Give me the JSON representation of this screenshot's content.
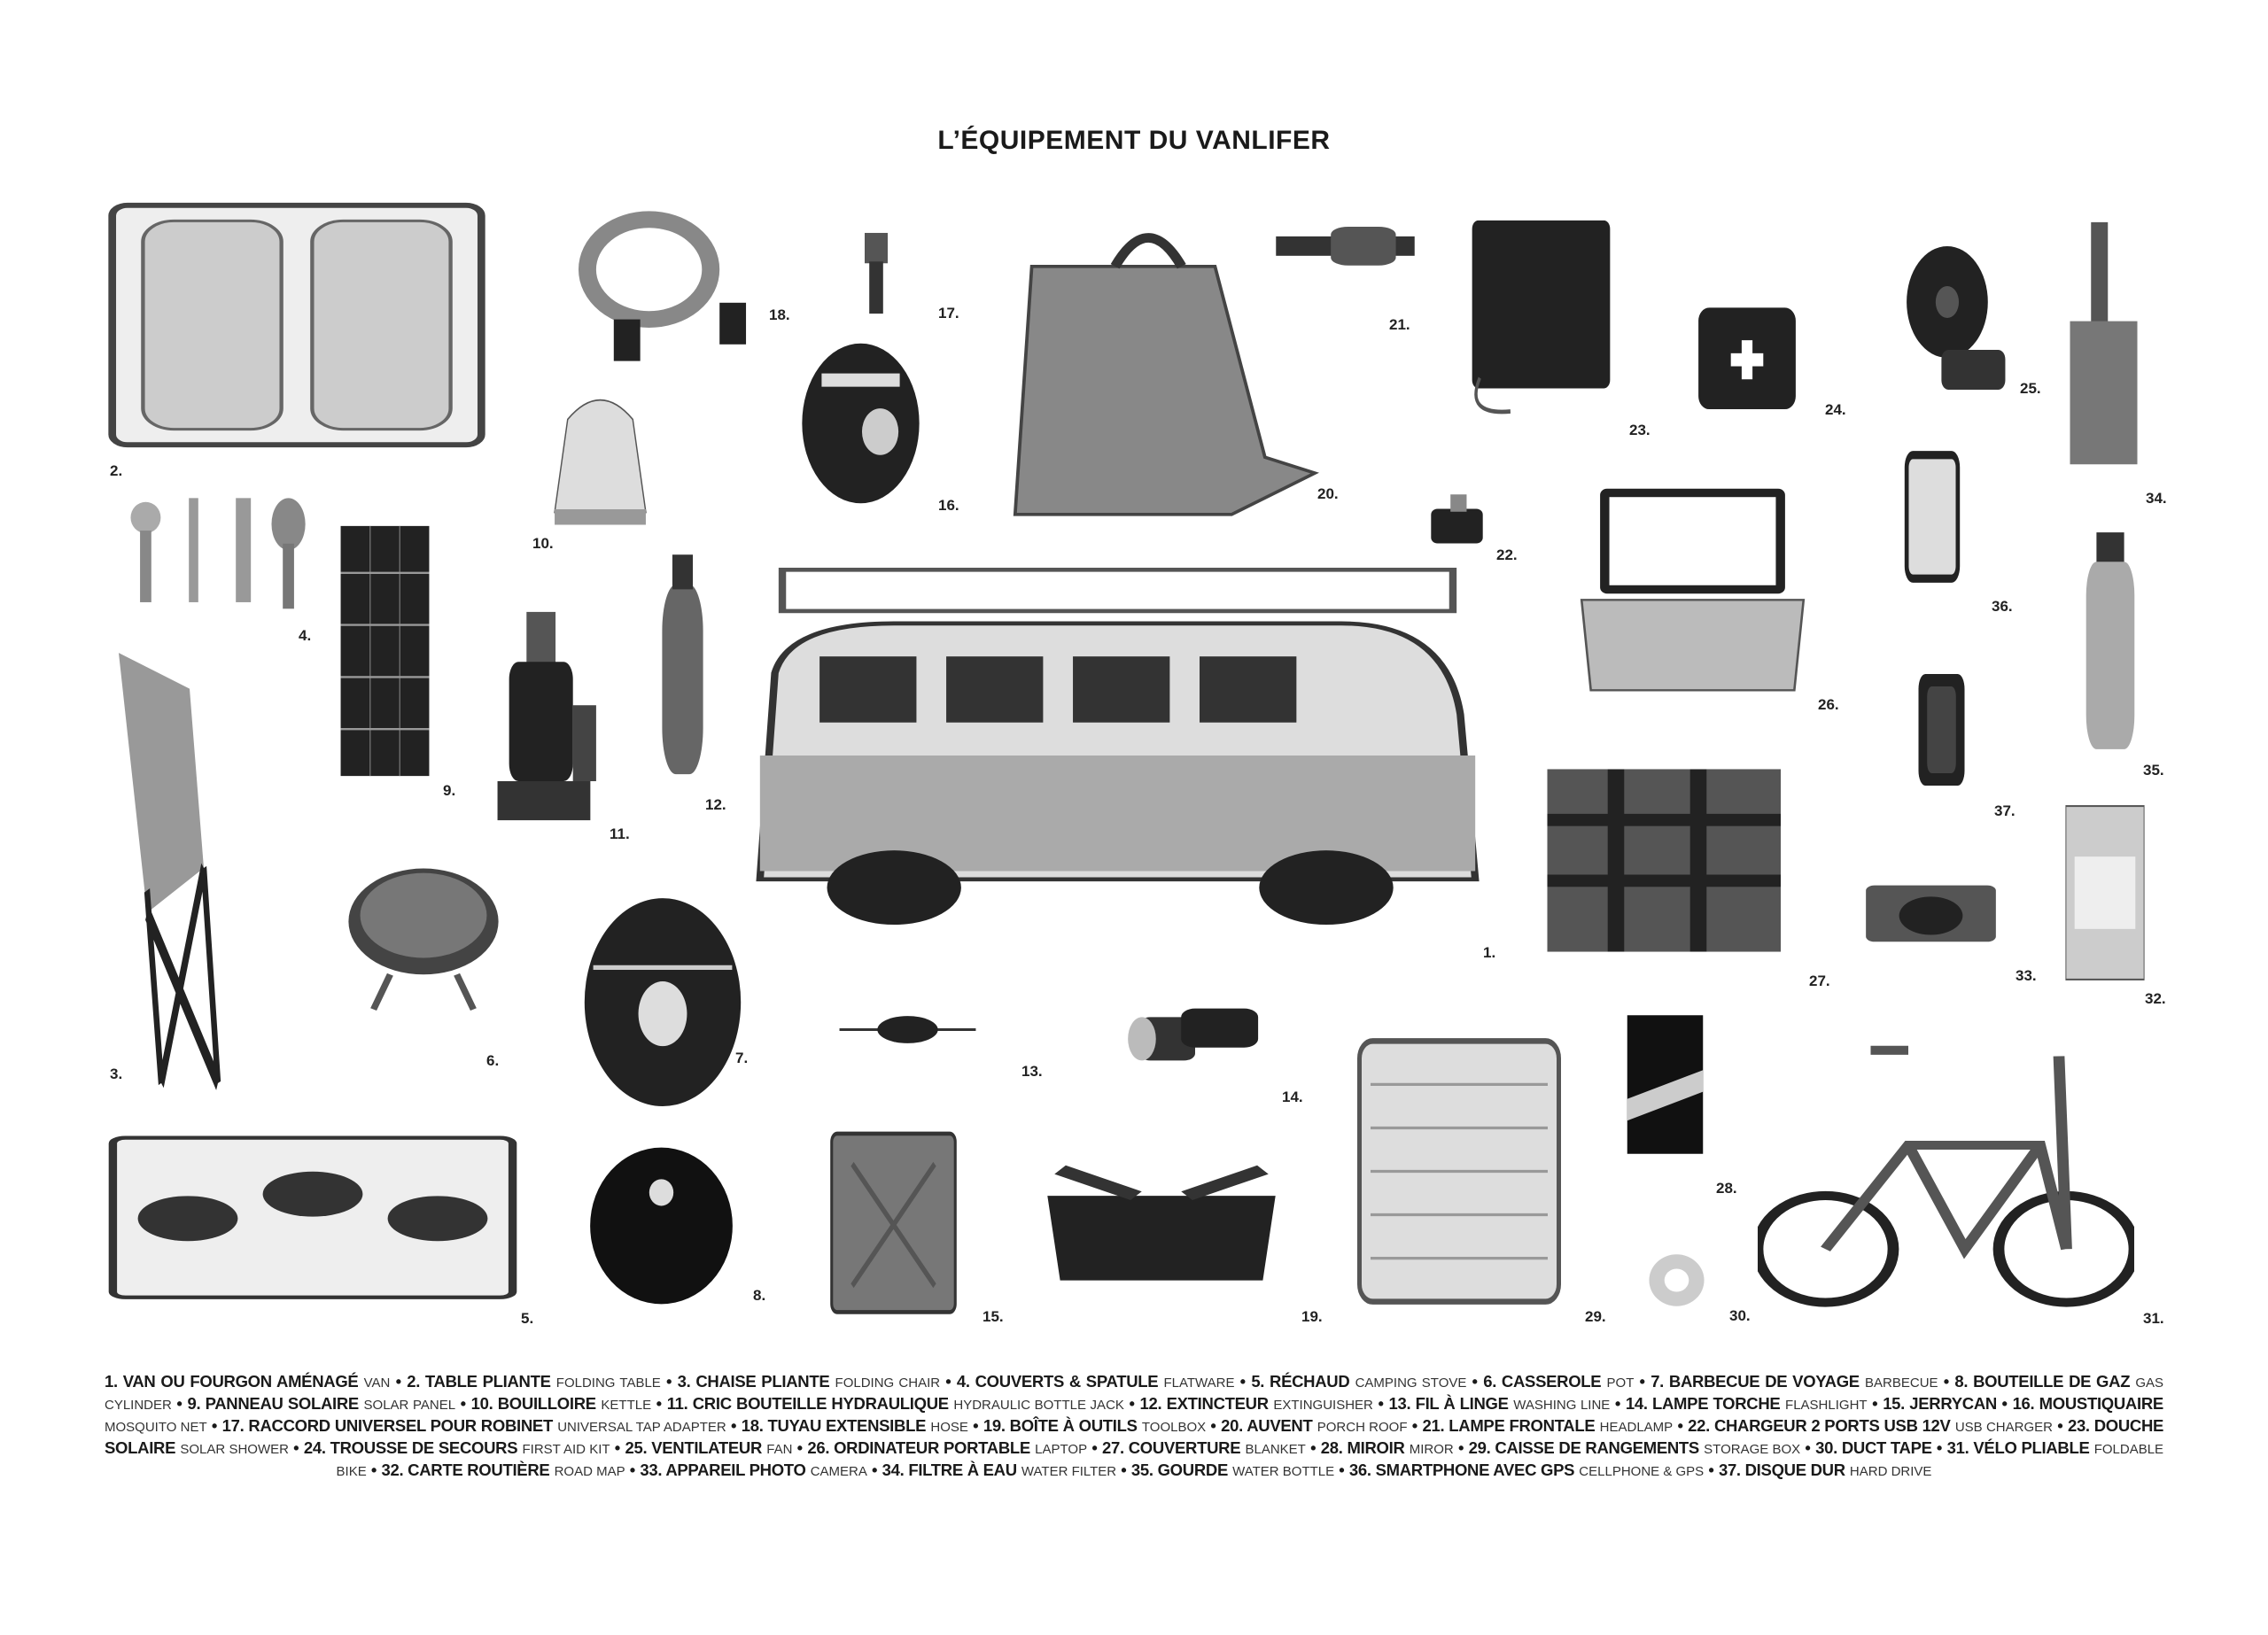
{
  "title": "L’ÉQUIPEMENT DU VANLIFER",
  "items": [
    {
      "number": "1.",
      "fr": "VAN OU FOURGON AMÉNAGÉ",
      "en": "VAN",
      "icon": "van-icon"
    },
    {
      "number": "2.",
      "fr": "TABLE PLIANTE",
      "en": "FOLDING TABLE",
      "icon": "folding-table-icon"
    },
    {
      "number": "3.",
      "fr": "CHAISE PLIANTE",
      "en": "FOLDING CHAIR",
      "icon": "folding-chair-icon"
    },
    {
      "number": "4.",
      "fr": "COUVERTS & SPATULE",
      "en": "FLATWARE",
      "icon": "flatware-icon"
    },
    {
      "number": "5.",
      "fr": "RÉCHAUD",
      "en": "CAMPING STOVE",
      "icon": "camping-stove-icon"
    },
    {
      "number": "6.",
      "fr": "CASSEROLE",
      "en": "POT",
      "icon": "pot-icon"
    },
    {
      "number": "7.",
      "fr": "BARBECUE DE VOYAGE",
      "en": "BARBECUE",
      "icon": "barbecue-icon"
    },
    {
      "number": "8.",
      "fr": "BOUTEILLE DE GAZ",
      "en": "GAS CYLINDER",
      "icon": "gas-cylinder-icon"
    },
    {
      "number": "9.",
      "fr": "PANNEAU SOLAIRE",
      "en": "SOLAR PANEL",
      "icon": "solar-panel-icon"
    },
    {
      "number": "10.",
      "fr": "BOUILLOIRE",
      "en": "KETTLE",
      "icon": "kettle-icon"
    },
    {
      "number": "11.",
      "fr": "CRIC BOUTEILLE HYDRAULIQUE",
      "en": "HYDRAULIC BOTTLE JACK",
      "icon": "bottle-jack-icon"
    },
    {
      "number": "12.",
      "fr": "EXTINCTEUR",
      "en": "EXTINGUISHER",
      "icon": "extinguisher-icon"
    },
    {
      "number": "13.",
      "fr": "FIL À LINGE",
      "en": "WASHING LINE",
      "icon": "washing-line-icon"
    },
    {
      "number": "14.",
      "fr": "LAMPE TORCHE",
      "en": "FLASHLIGHT",
      "icon": "flashlight-icon"
    },
    {
      "number": "15.",
      "fr": "JERRYCAN",
      "en": "",
      "icon": "jerrycan-icon"
    },
    {
      "number": "16.",
      "fr": "MOUSTIQUAIRE",
      "en": "MOSQUITO NET",
      "icon": "mosquito-net-icon"
    },
    {
      "number": "17.",
      "fr": "RACCORD UNIVERSEL POUR ROBINET",
      "en": "UNIVERSAL TAP ADAPTER",
      "icon": "tap-adapter-icon"
    },
    {
      "number": "18.",
      "fr": "TUYAU EXTENSIBLE",
      "en": "HOSE",
      "icon": "hose-icon"
    },
    {
      "number": "19.",
      "fr": "BOÎTE À OUTILS",
      "en": "TOOLBOX",
      "icon": "toolbox-icon"
    },
    {
      "number": "20.",
      "fr": "AUVENT",
      "en": "PORCH ROOF",
      "icon": "porch-roof-icon"
    },
    {
      "number": "21.",
      "fr": "LAMPE FRONTALE",
      "en": "HEADLAMP",
      "icon": "headlamp-icon"
    },
    {
      "number": "22.",
      "fr": "CHARGEUR 2 PORTS USB 12V",
      "en": "USB CHARGER",
      "icon": "usb-charger-icon"
    },
    {
      "number": "23.",
      "fr": "DOUCHE SOLAIRE",
      "en": "SOLAR SHOWER",
      "icon": "solar-shower-icon"
    },
    {
      "number": "24.",
      "fr": "TROUSSE DE SECOURS",
      "en": "FIRST AID KIT",
      "icon": "first-aid-kit-icon"
    },
    {
      "number": "25.",
      "fr": "VENTILATEUR",
      "en": "FAN",
      "icon": "fan-icon"
    },
    {
      "number": "26.",
      "fr": "ORDINATEUR PORTABLE",
      "en": "LAPTOP",
      "icon": "laptop-icon"
    },
    {
      "number": "27.",
      "fr": "COUVERTURE",
      "en": "BLANKET",
      "icon": "blanket-icon"
    },
    {
      "number": "28.",
      "fr": "MIROIR",
      "en": "MIROR",
      "icon": "mirror-icon"
    },
    {
      "number": "29.",
      "fr": "CAISSE DE RANGEMENTS",
      "en": "STORAGE BOX",
      "icon": "storage-box-icon"
    },
    {
      "number": "30.",
      "fr": "DUCT TAPE",
      "en": "",
      "icon": "duct-tape-icon"
    },
    {
      "number": "31.",
      "fr": "VÉLO PLIABLE",
      "en": "FOLDABLE BIKE",
      "icon": "bike-icon"
    },
    {
      "number": "32.",
      "fr": "CARTE ROUTIÈRE",
      "en": "ROAD MAP",
      "icon": "road-map-icon"
    },
    {
      "number": "33.",
      "fr": "APPAREIL PHOTO",
      "en": "CAMERA",
      "icon": "camera-icon"
    },
    {
      "number": "34.",
      "fr": "FILTRE À EAU",
      "en": "WATER FILTER",
      "icon": "water-filter-icon"
    },
    {
      "number": "35.",
      "fr": "GOURDE",
      "en": "WATER BOTTLE",
      "icon": "water-bottle-icon"
    },
    {
      "number": "36.",
      "fr": "SMARTPHONE AVEC GPS",
      "en": "CELLPHONE & GPS",
      "icon": "smartphone-icon"
    },
    {
      "number": "37.",
      "fr": "DISQUE DUR",
      "en": "HARD DRIVE",
      "icon": "hard-drive-icon"
    }
  ],
  "separator": "•"
}
